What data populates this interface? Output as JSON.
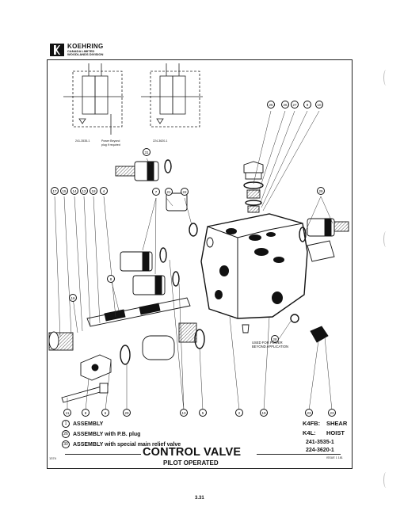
{
  "header": {
    "brand": "KOEHRING",
    "brand_sub_1": "CANADA LIMITED",
    "brand_sub_2": "WOODLANDS DIVISION"
  },
  "schematics": {
    "left_label": "241-3535-1",
    "right_label": "224-3620-1",
    "note_1": "Power Beyond",
    "note_2": "plug if required"
  },
  "notes": {
    "power_beyond_1": "USED FOR POWER",
    "power_beyond_2": "BEYOND APPLICATION"
  },
  "legend": [
    {
      "num": "1",
      "text": "ASSEMBLY"
    },
    {
      "num": "26",
      "text": "ASSEMBLY with P.B. plug"
    },
    {
      "num": "30",
      "text": "ASSEMBLY with special main relief valve"
    }
  ],
  "models": {
    "line1_code": "K4FB:",
    "line1_name": "SHEAR",
    "line2_code": "K4L:",
    "line2_name": "HOIST",
    "part1": "241-3535-1",
    "part2": "224-3620-1"
  },
  "title": "CONTROL VALVE",
  "subtitle": "PILOT OPERATED",
  "footer_left": "1374",
  "footer_right": "ISSUE 1 181",
  "page_number": "3.31",
  "callouts": {
    "top_right": [
      "25",
      "26",
      "27",
      "9",
      "10"
    ],
    "upper": [
      "31"
    ],
    "left_row": [
      "17",
      "15",
      "14",
      "12",
      "18",
      "4"
    ],
    "mid": [
      "7",
      "21",
      "22"
    ],
    "right": [
      "29"
    ],
    "side_left": [
      "8",
      "16"
    ],
    "lower_mid": [
      "28"
    ],
    "bottom": [
      "11",
      "8",
      "6",
      "29",
      "13",
      "5",
      "2",
      "19",
      "23"
    ]
  }
}
